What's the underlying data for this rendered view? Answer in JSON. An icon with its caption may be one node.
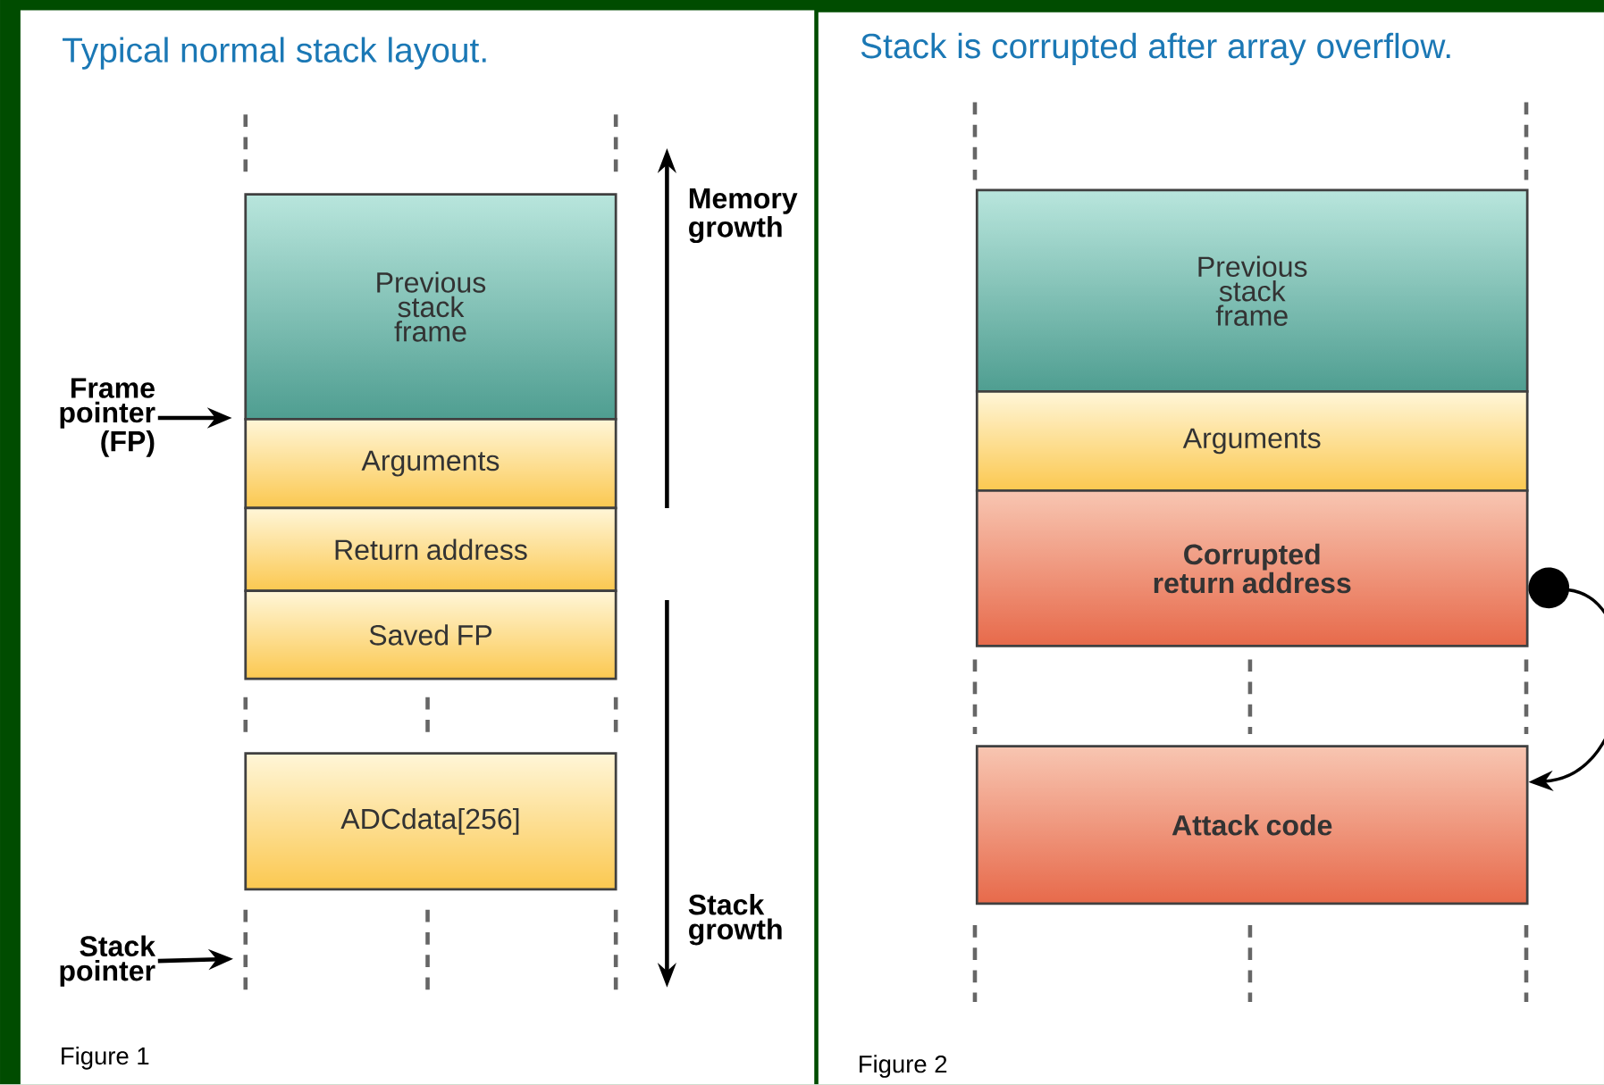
{
  "diagram": {
    "nodes": [
      {
        "text": [
          "Previous stack frame"
        ]
      },
      {
        "text": [
          "Arguments"
        ]
      },
      {
        "text": [
          "Return address"
        ]
      },
      {
        "text": [
          "Saved FP"
        ]
      },
      {
        "text": [
          "ADCdata[256]"
        ]
      },
      {
        "text": [
          "Frame pointer (FP)"
        ]
      },
      {
        "text": [
          "Stack pointer"
        ]
      },
      {
        "text": [
          "Previous stack frame"
        ]
      },
      {
        "text": [
          "Arguments"
        ]
      },
      {
        "text": [
          "Corrupted return address"
        ]
      },
      {
        "text": [
          "Attack code"
        ]
      }
    ],
    "edges": [
      {
        "from": 5,
        "to": 1,
        "arrow": "to"
      },
      {
        "from": 6,
        "to": null,
        "arrow": "to"
      },
      {
        "from": 9,
        "to": 10,
        "arrow": "to"
      }
    ],
    "labels": [
      "Typical normal stack layout.",
      "Stack is corrupted after array overflow.",
      "Memory growth",
      "Stack growth",
      "Figure 1",
      "Figure 2"
    ]
  }
}
